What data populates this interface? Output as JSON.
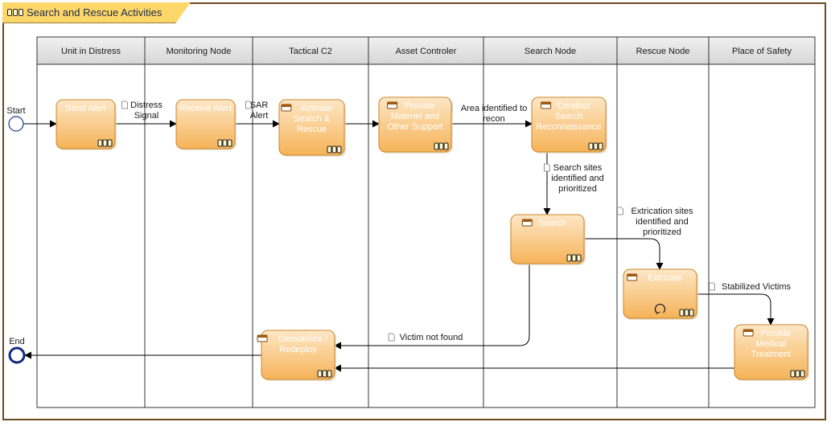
{
  "title": "Search and Rescue Activities",
  "colors": {
    "frame": "#6b4a1f",
    "tab": "#fed76a",
    "activity_fill_top": "#fde4bf",
    "activity_fill_bottom": "#f7b65a",
    "activity_stroke": "#c9862b",
    "lane_header": "#e3e3e3",
    "start_event": "#1c3a8c",
    "end_event": "#142b80"
  },
  "lanes": [
    {
      "id": "unit",
      "label": "Unit in Distress"
    },
    {
      "id": "monitor",
      "label": "Monitoring Node"
    },
    {
      "id": "tactical",
      "label": "Tactical C2"
    },
    {
      "id": "asset",
      "label": "Asset Controler"
    },
    {
      "id": "search",
      "label": "Search Node"
    },
    {
      "id": "rescue",
      "label": "Rescue Node"
    },
    {
      "id": "safety",
      "label": "Place of Safety"
    }
  ],
  "events": [
    {
      "id": "start",
      "label": "Start",
      "type": "start"
    },
    {
      "id": "end",
      "label": "End",
      "type": "end"
    }
  ],
  "activities": [
    {
      "id": "send_alert",
      "lines": [
        "Send Alert"
      ],
      "icon": false,
      "loop": false
    },
    {
      "id": "receive_alert",
      "lines": [
        "Receive Alert"
      ],
      "icon": false,
      "loop": false
    },
    {
      "id": "activate",
      "lines": [
        "Activate",
        "Search &",
        "Rescue"
      ],
      "icon": true,
      "loop": false
    },
    {
      "id": "provide_materiel",
      "lines": [
        "Provide",
        "Materiel and",
        "Other Support"
      ],
      "icon": true,
      "loop": false
    },
    {
      "id": "conduct_recon",
      "lines": [
        "Conduct",
        "Search",
        "Reconnaissance"
      ],
      "icon": true,
      "loop": false
    },
    {
      "id": "search",
      "lines": [
        "Search"
      ],
      "icon": true,
      "loop": false
    },
    {
      "id": "extricate",
      "lines": [
        "Extricate"
      ],
      "icon": true,
      "loop": true
    },
    {
      "id": "medical",
      "lines": [
        "Provide",
        "Medical",
        "Treatment"
      ],
      "icon": true,
      "loop": false
    },
    {
      "id": "demobilize",
      "lines": [
        "Demobilize /",
        "Redeploy"
      ],
      "icon": true,
      "loop": false
    }
  ],
  "flows": [
    {
      "id": "f_start",
      "label": []
    },
    {
      "id": "f_distress",
      "label": [
        "Distress",
        "Signal"
      ]
    },
    {
      "id": "f_sar",
      "label": [
        "SAR",
        "Alert"
      ]
    },
    {
      "id": "f_activate",
      "label": []
    },
    {
      "id": "f_area",
      "label": [
        "Area identified to",
        "recon"
      ]
    },
    {
      "id": "f_sites",
      "label": [
        "Search sites",
        "identified and",
        "prioritized"
      ]
    },
    {
      "id": "f_extrication",
      "label": [
        "Extrication sites",
        "identified and",
        "prioritized"
      ]
    },
    {
      "id": "f_stabilized",
      "label": [
        "Stabilized Victims"
      ]
    },
    {
      "id": "f_notfound",
      "label": [
        "Victim not found"
      ]
    },
    {
      "id": "f_medical_back",
      "label": []
    },
    {
      "id": "f_end",
      "label": []
    }
  ]
}
